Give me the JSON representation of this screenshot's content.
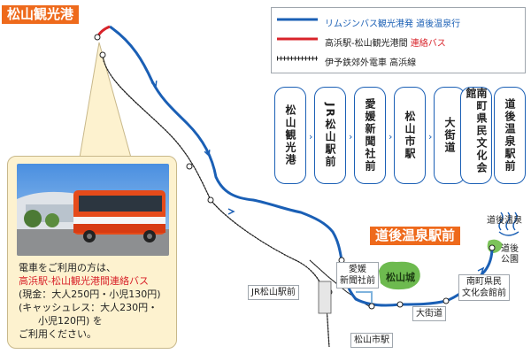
{
  "labels": {
    "port": "松山観光港",
    "dogo_onsen_station": "道後温泉駅前",
    "jr_station": "JR松山駅前",
    "shinbun": "愛媛\n新聞社前",
    "castle": "松山城",
    "matsuyamashi": "松山市駅",
    "okaido": "大街道",
    "minami": "南町県民\n文化会館前",
    "dogo_onsen": "道後温泉",
    "dogo_park": "道後\n公園"
  },
  "legend": [
    {
      "kind": "blue-line",
      "text": "リムジンバス観光港発 道後温泉行"
    },
    {
      "kind": "red-line",
      "text_plain": "高浜駅-松山観光港間 ",
      "text_red": "連絡バス"
    },
    {
      "kind": "rail",
      "text": "伊予鉄郊外電車 高浜線"
    }
  ],
  "stations": [
    {
      "name": "松山観光港"
    },
    {
      "name": "JR松山駅前"
    },
    {
      "name": "愛媛新聞社前"
    },
    {
      "name": "松山市駅"
    },
    {
      "name": "大街道"
    },
    {
      "name": "南町県民文化会館"
    },
    {
      "name": "道後温泉駅前"
    }
  ],
  "callout": {
    "line1": "電車をご利用の方は、",
    "line2": "高浜駅-松山観光港間連絡バス",
    "line3": "(現金：大人250円・小児130円)",
    "line4": "(キャッシュレス：大人230円・",
    "line5": "小児120円) を",
    "line6": "ご利用ください。"
  },
  "colors": {
    "route_blue": "#1a5fb5",
    "route_red": "#d8232a",
    "tag_orange": "#ee6a1c",
    "callout_bg": "#fdf2cf"
  }
}
